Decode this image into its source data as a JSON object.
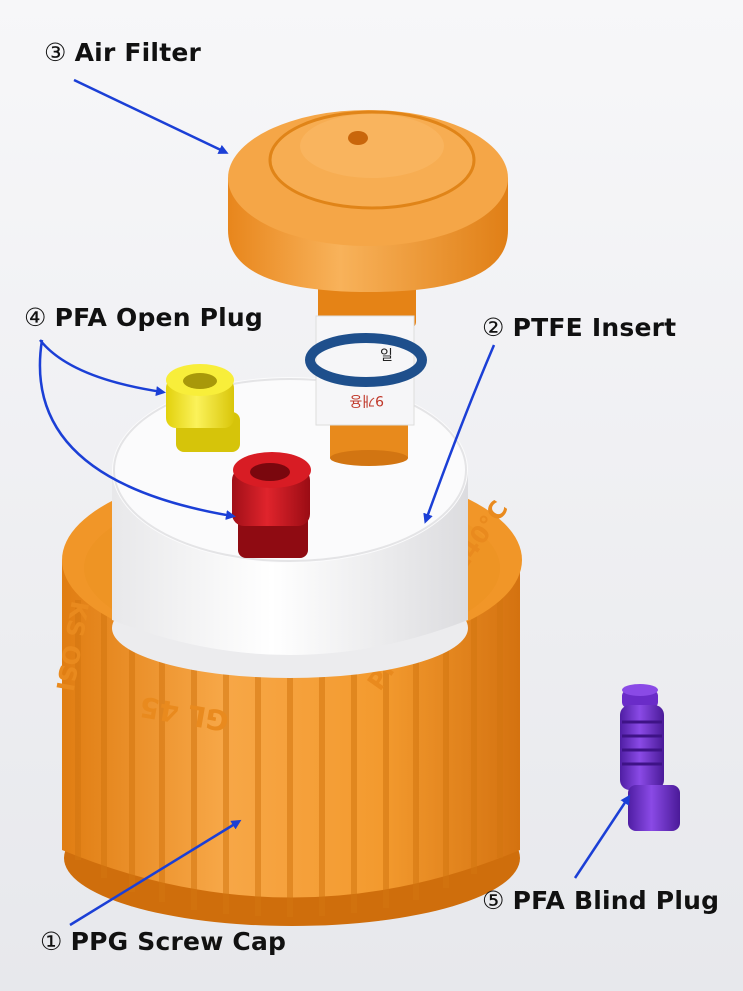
{
  "labels": {
    "air_filter": {
      "num": "③",
      "text": "Air Filter"
    },
    "open_plug": {
      "num": "④",
      "text": "PFA Open Plug"
    },
    "ptfe_insert": {
      "num": "②",
      "text": "PTFE Insert"
    },
    "blind_plug": {
      "num": "⑤",
      "text": "PFA Blind Plug"
    },
    "screw_cap": {
      "num": "①",
      "text": "PPG Screw Cap"
    }
  },
  "cap_engraving": {
    "size": "GL 45",
    "left": "KS OSI",
    "right": "PPGF max 140°C"
  },
  "tape_text": "9개용",
  "tape_text_2": "일",
  "colors": {
    "orange": "#f39a2e",
    "orange_dark": "#d97812",
    "white_insert": "#f7f7f7",
    "yellow_plug": "#f3e614",
    "red_plug": "#c8141e",
    "purple_plug": "#6a2cc8",
    "arrow_blue": "#1b3fd6",
    "band_blue": "#1e4f8c"
  }
}
